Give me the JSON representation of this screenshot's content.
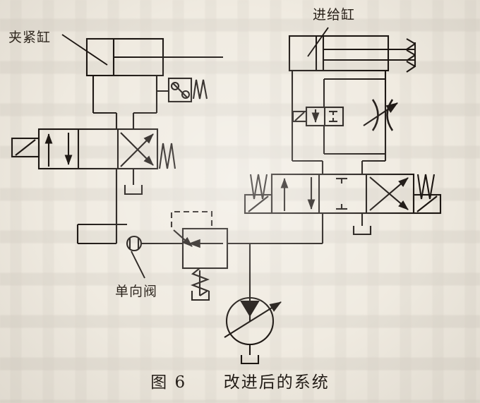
{
  "figure": {
    "caption_number": "图 6",
    "caption_title": "改进后的系统",
    "domain": "hydraulic-schematic",
    "line_color": "#1a1410",
    "paper_color": "#f0ebe1"
  },
  "labels": {
    "clamp_cylinder": "夹紧缸",
    "feed_cylinder": "进给缸",
    "check_valve": "单向阀"
  },
  "components": [
    {
      "id": "clamp-cylinder",
      "name": "夹紧缸",
      "type": "double-acting-cylinder",
      "position": "top-left"
    },
    {
      "id": "feed-cylinder",
      "name": "进给缸",
      "type": "double-acting-cylinder",
      "position": "top-right"
    },
    {
      "id": "pressure-switch",
      "name": "压力继电器",
      "type": "pressure-switch",
      "position": "upper-middle-left"
    },
    {
      "id": "clamp-directional-valve",
      "name": "夹紧换向阀",
      "type": "3-position-4-way-solenoid-valve",
      "actuator_left": "solenoid",
      "actuator_right": "spring"
    },
    {
      "id": "feed-directional-valve",
      "name": "进给换向阀",
      "type": "3-position-4-way-solenoid-valve",
      "actuator_left": "spring-solenoid",
      "actuator_right": "spring-solenoid"
    },
    {
      "id": "bypass-solenoid-valve",
      "name": "二位二通电磁阀",
      "type": "2-position-2-way-solenoid-valve",
      "position": "feed-branch"
    },
    {
      "id": "throttle-valve",
      "name": "可调节流阀",
      "type": "adjustable-throttle-valve",
      "position": "feed-branch-right"
    },
    {
      "id": "check-valve",
      "name": "单向阀",
      "type": "check-valve",
      "position": "lower-left"
    },
    {
      "id": "relief-valve",
      "name": "溢流阀",
      "type": "pilot-operated-relief-valve",
      "position": "lower-middle"
    },
    {
      "id": "pump",
      "name": "变量泵",
      "type": "variable-displacement-pump",
      "position": "bottom-middle"
    },
    {
      "id": "tank-1",
      "name": "油箱",
      "type": "tank-symbol"
    }
  ]
}
